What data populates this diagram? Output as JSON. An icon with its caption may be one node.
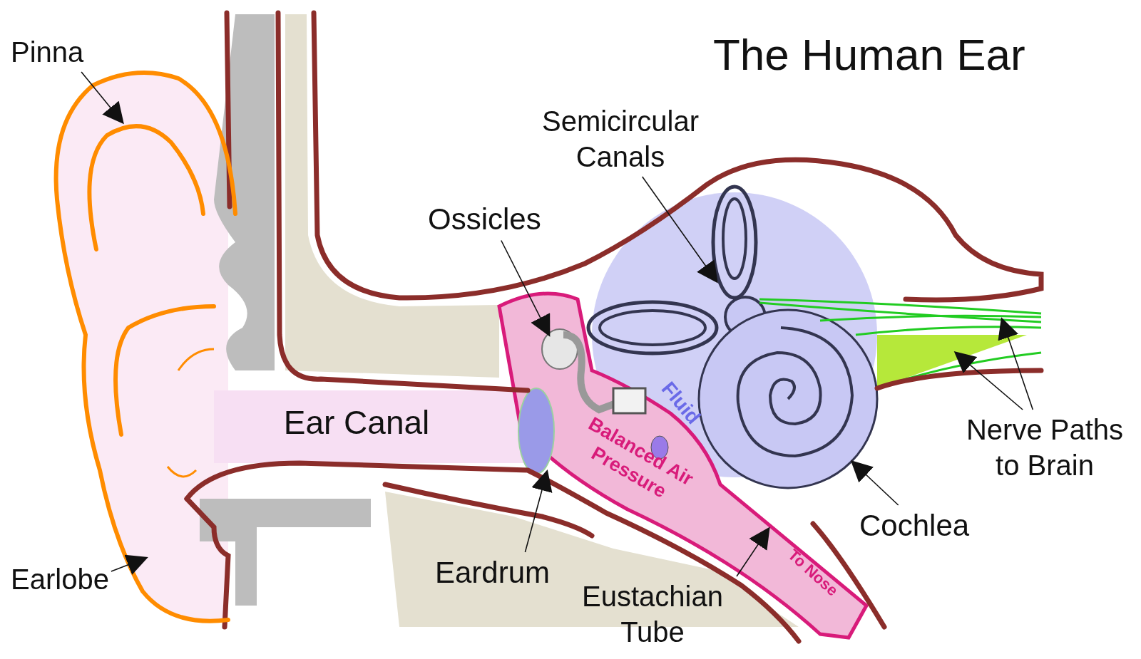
{
  "diagram": {
    "title": "The Human Ear",
    "nodes": [
      {
        "text": [
          "Pinna"
        ]
      },
      {
        "text": [
          "Earlobe"
        ]
      },
      {
        "text": [
          "Ossicles"
        ]
      },
      {
        "text": [
          "Semicircular Canals"
        ]
      },
      {
        "text": [
          "Eardrum"
        ]
      },
      {
        "text": [
          "Eustachian Tube"
        ]
      },
      {
        "text": [
          "Cochlea"
        ]
      },
      {
        "text": [
          "Nerve Paths to Brain"
        ]
      }
    ],
    "edges": [
      {
        "from": 0,
        "to": null,
        "arrow": "to"
      },
      {
        "from": 1,
        "to": null,
        "arrow": "to"
      },
      {
        "from": 2,
        "to": null,
        "arrow": "to"
      },
      {
        "from": 3,
        "to": null,
        "arrow": "to"
      },
      {
        "from": 4,
        "to": null,
        "arrow": "to"
      },
      {
        "from": 5,
        "to": null,
        "arrow": "to"
      },
      {
        "from": 6,
        "to": null,
        "arrow": "to"
      },
      {
        "from": 7,
        "to": null,
        "arrow": "to"
      },
      {
        "from": 7,
        "to": null,
        "arrow": "to"
      }
    ],
    "labels": [
      "Ear Canal",
      "Fluid",
      "Balanced Air Pressure",
      "To Nose"
    ]
  }
}
